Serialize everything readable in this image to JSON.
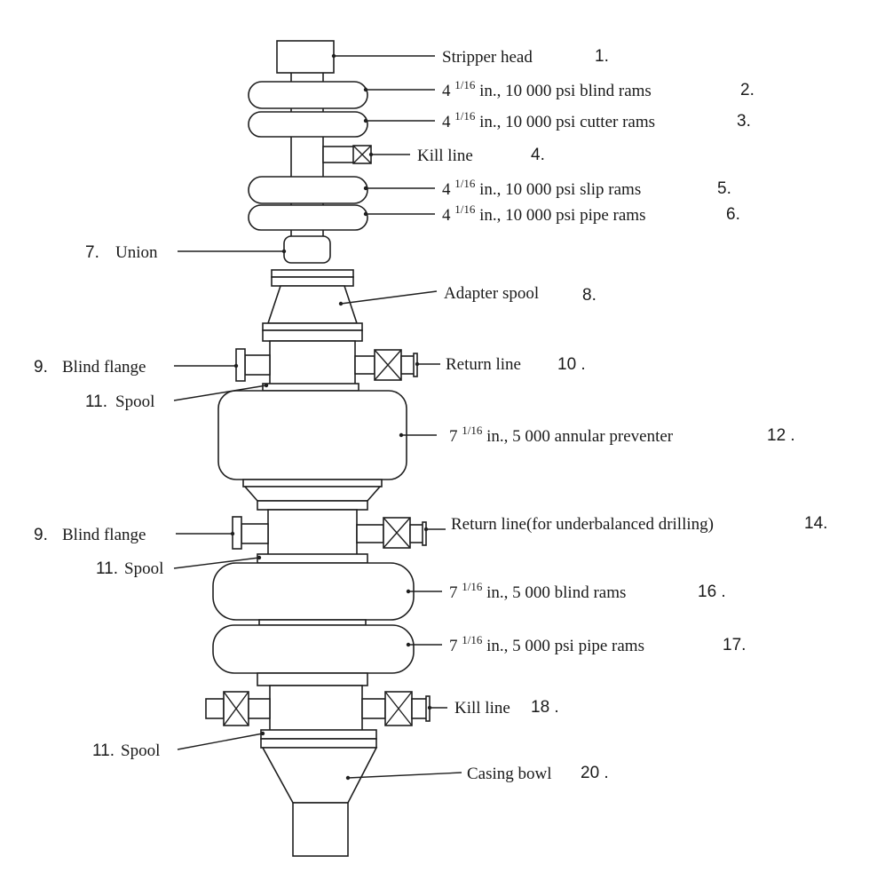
{
  "labels": {
    "stripper_head": {
      "text": "Stripper head",
      "num": "1."
    },
    "blind_rams_top": {
      "pre": "4 ",
      "sup": "1/16",
      "post": " in., 10 000 psi blind rams",
      "num": "2."
    },
    "cutter_rams": {
      "pre": "4 ",
      "sup": "1/16",
      "post": " in., 10 000 psi cutter rams",
      "num": "3."
    },
    "kill_line_top": {
      "text": "Kill line",
      "num": "4."
    },
    "slip_rams": {
      "pre": "4 ",
      "sup": "1/16",
      "post": " in., 10 000 psi slip rams",
      "num": "5."
    },
    "pipe_rams_top": {
      "pre": "4 ",
      "sup": "1/16",
      "post": " in., 10 000 psi pipe rams",
      "num": "6."
    },
    "union": {
      "num": "7.",
      "text": "Union"
    },
    "adapter_spool": {
      "text": "Adapter spool",
      "num": "8."
    },
    "blind_flange_1": {
      "num": "9.",
      "text": "Blind flange"
    },
    "return_line_1": {
      "text": "Return line",
      "num": "10 ."
    },
    "spool_1": {
      "num": "11.",
      "text": "Spool"
    },
    "annular_preventer": {
      "pre": "7 ",
      "sup": "1/16",
      "post": " in., 5 000 annular preventer",
      "num": "12 ."
    },
    "blind_flange_2": {
      "num": "9.",
      "text": "Blind flange"
    },
    "return_line_2": {
      "text": "Return line(for underbalanced drilling)",
      "num": "14."
    },
    "spool_2": {
      "num": "11.",
      "text": "Spool"
    },
    "blind_rams_bottom": {
      "pre": "7 ",
      "sup": "1/16",
      "post": " in., 5 000 blind rams",
      "num": "16 ."
    },
    "pipe_rams_bottom": {
      "pre": "7 ",
      "sup": "1/16",
      "post": " in., 5 000 psi pipe rams",
      "num": "17."
    },
    "kill_line_bottom": {
      "text": "Kill line",
      "num": "18 ."
    },
    "spool_3": {
      "num": "11.",
      "text": "Spool"
    },
    "casing_bowl": {
      "text": "Casing bowl",
      "num": "20 ."
    }
  }
}
